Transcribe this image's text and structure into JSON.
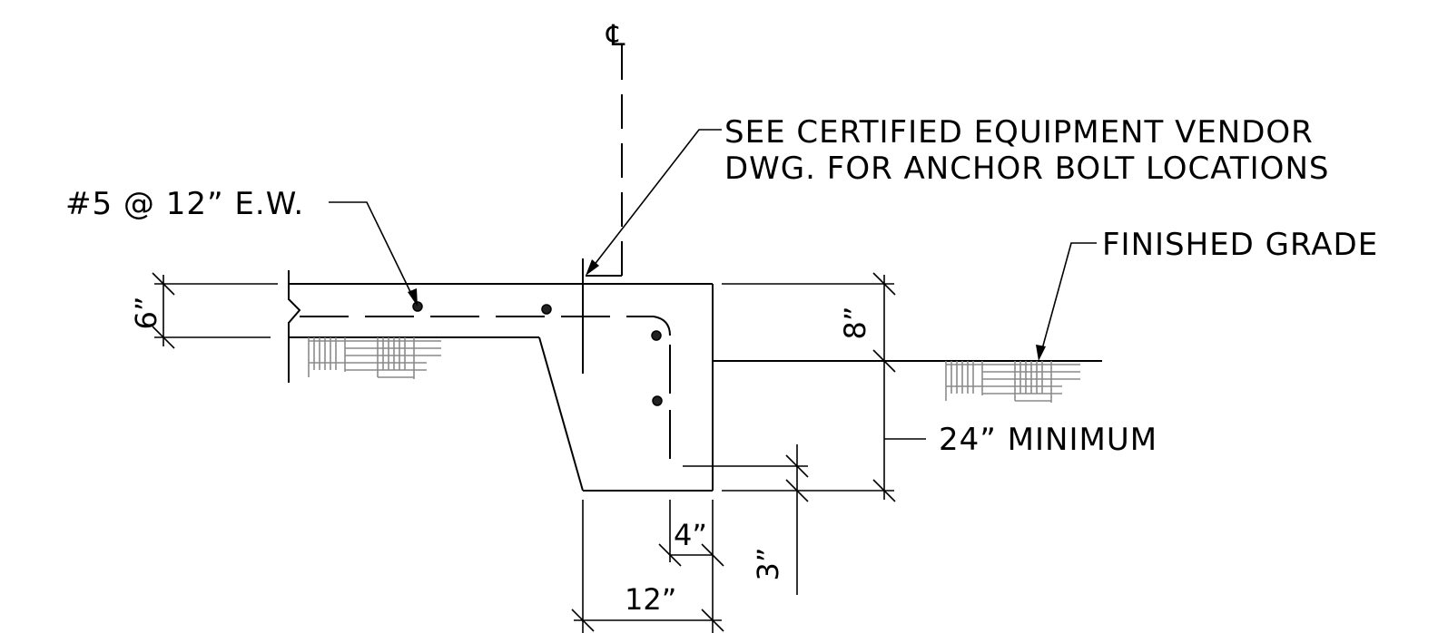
{
  "notes": {
    "vendor_line1": "SEE CERTIFIED EQUIPMENT VENDOR",
    "vendor_line2": "DWG. FOR ANCHOR BOLT LOCATIONS",
    "rebar": "#5 @ 12” E.W.",
    "finished_grade": "FINISHED GRADE",
    "minimum": "24” MINIMUM"
  },
  "dimensions": {
    "slab": "6”",
    "top": "8”",
    "cover_side": "4”",
    "cover_bottom": "3”",
    "width": "12”"
  },
  "centerline_symbol": "℄"
}
